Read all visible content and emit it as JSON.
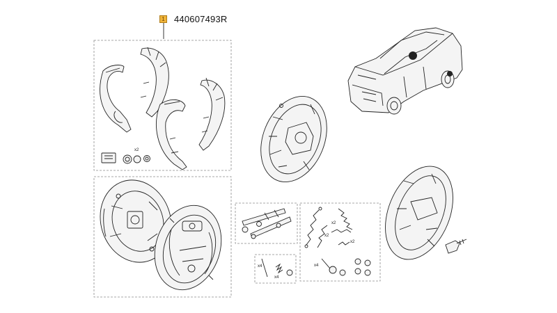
{
  "callout": {
    "index": "1",
    "part_number": "440607493R",
    "badge_color": "#f0b43a"
  },
  "labels": {
    "shoe_qty": "x2",
    "spring_qty_a": "x2",
    "spring_qty_b": "x2",
    "spring_qty_c": "x2",
    "pin_qty_a": "x4",
    "pin_qty_b": "x4",
    "cup_qty": "x4"
  },
  "icons": [
    "brake-shoe-icon",
    "backing-plate-icon",
    "drum-brake-assembly-icon",
    "adjuster-icon",
    "return-spring-icon",
    "hold-down-pin-icon",
    "vehicle-icon",
    "bleed-screw-icon"
  ]
}
